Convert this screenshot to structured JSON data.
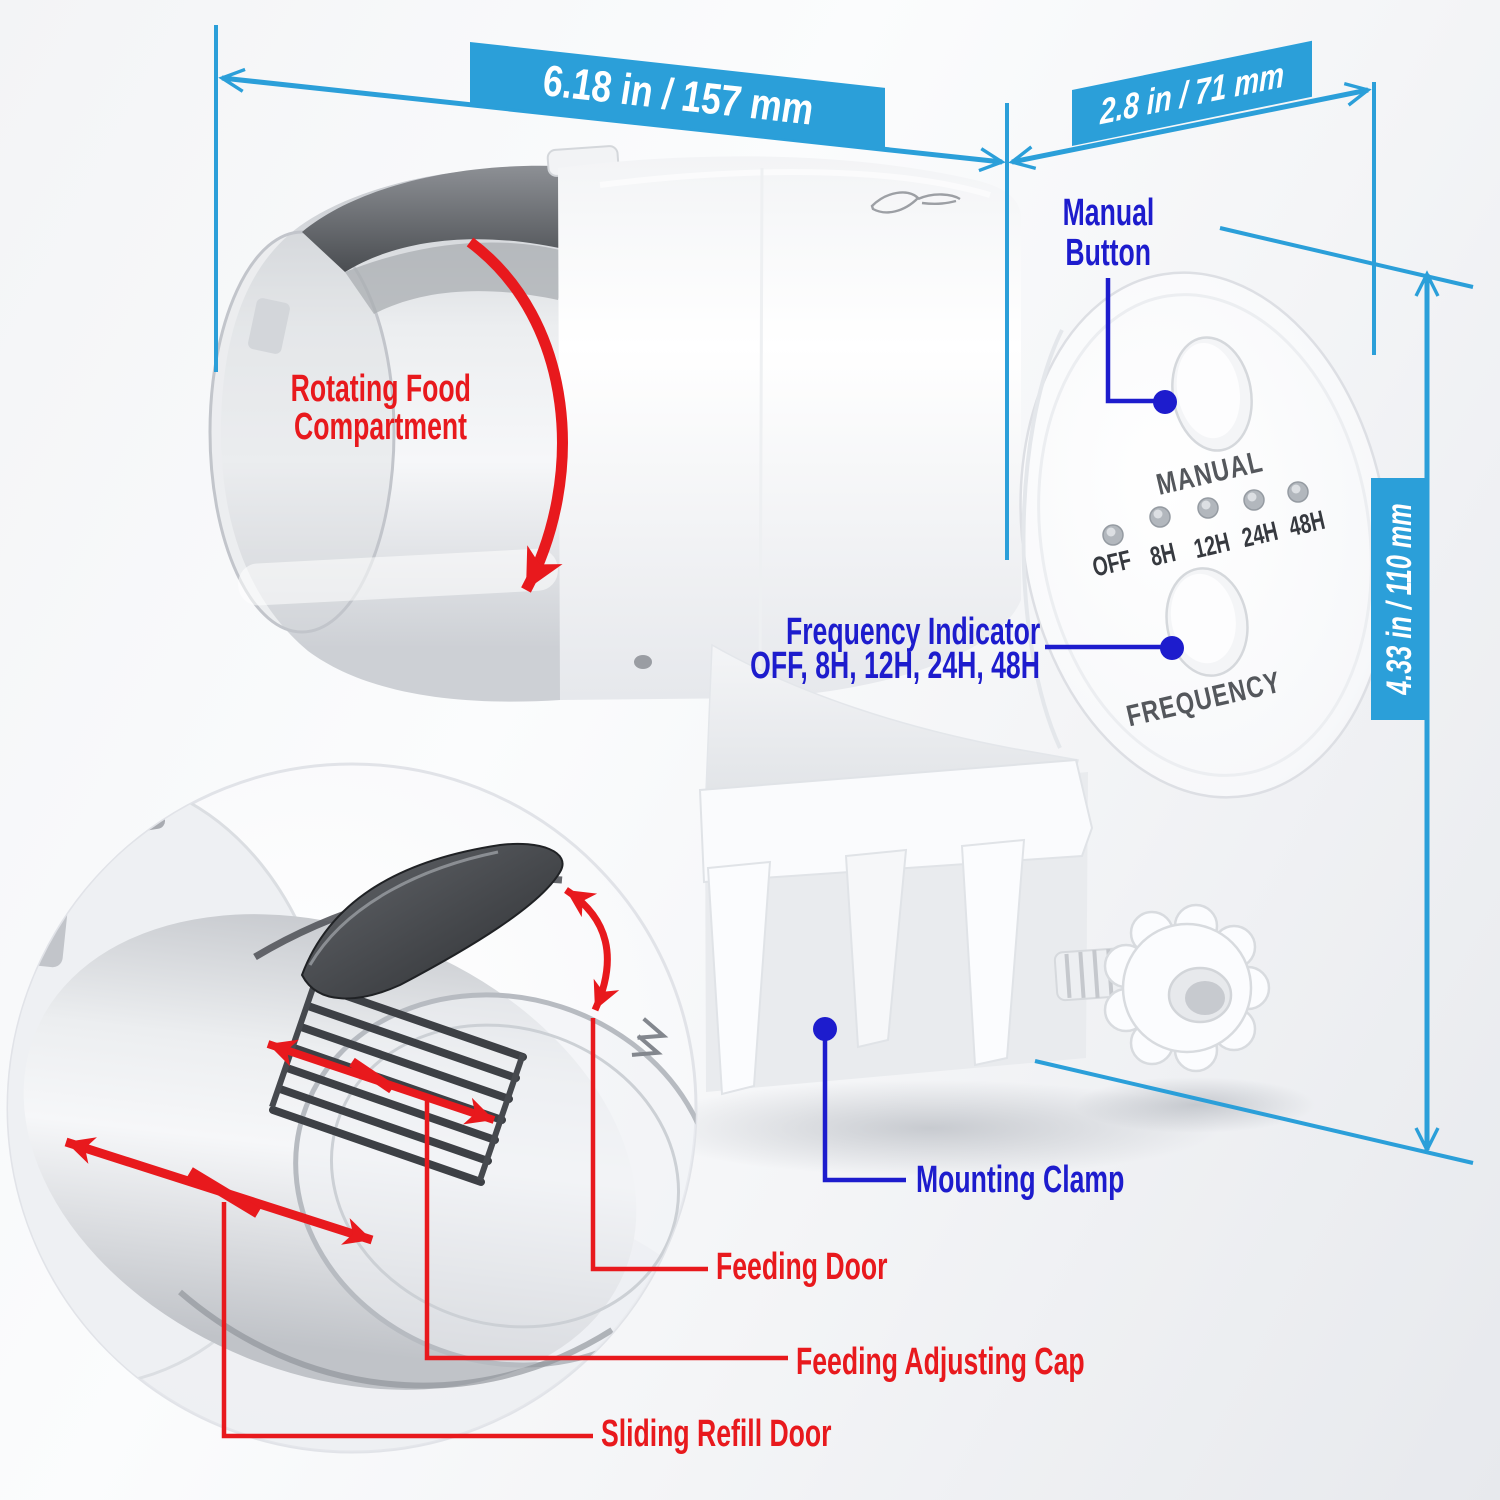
{
  "annotations": {
    "dim_width": "6.18 in / 157 mm",
    "dim_depth": "2.8 in / 71 mm",
    "dim_height": "4.33 in / 110 mm",
    "rotating": [
      "Rotating Food",
      "Compartment"
    ],
    "manual_button": [
      "Manual",
      "Button"
    ],
    "frequency_indicator": [
      "Frequency Indicator",
      "OFF, 8H, 12H, 24H, 48H"
    ],
    "mounting_clamp": "Mounting Clamp",
    "feeding_door": "Feeding Door",
    "feeding_adjusting_cap": "Feeding Adjusting Cap",
    "sliding_refill_door": "Sliding Refill Door"
  },
  "panel": {
    "manual_label": "MANUAL",
    "frequency_label": "FREQUENCY",
    "frequency_options": [
      "OFF",
      "8H",
      "12H",
      "24H",
      "48H"
    ]
  },
  "colors": {
    "dimension_cyan": "#2b9fd9",
    "callout_blue": "#1d1ccd",
    "callout_red": "#e8191d"
  }
}
